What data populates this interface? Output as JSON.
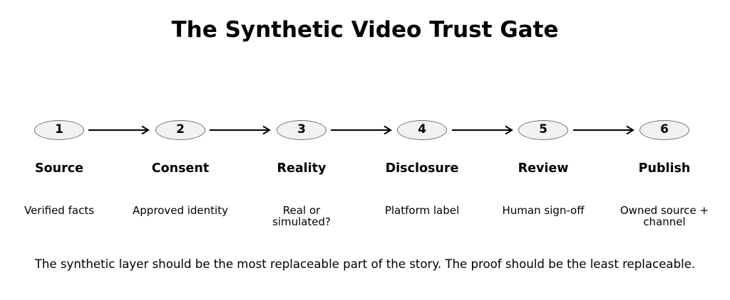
{
  "title": "The Synthetic Video Trust Gate",
  "steps": [
    {
      "number": "1",
      "name": "Source",
      "desc": "Verified facts"
    },
    {
      "number": "2",
      "name": "Consent",
      "desc": "Approved identity"
    },
    {
      "number": "3",
      "name": "Reality",
      "desc": "Real or\nsimulated?"
    },
    {
      "number": "4",
      "name": "Disclosure",
      "desc": "Platform label"
    },
    {
      "number": "5",
      "name": "Review",
      "desc": "Human sign-off"
    },
    {
      "number": "6",
      "name": "Publish",
      "desc": "Owned source +\nchannel"
    }
  ],
  "footer": "The synthetic layer should be the most replaceable part of the story. The proof should be the least replaceable.",
  "colors": {
    "node_fill": "#f2f2f2",
    "node_border": "#6e6e6e",
    "text": "#000000"
  }
}
